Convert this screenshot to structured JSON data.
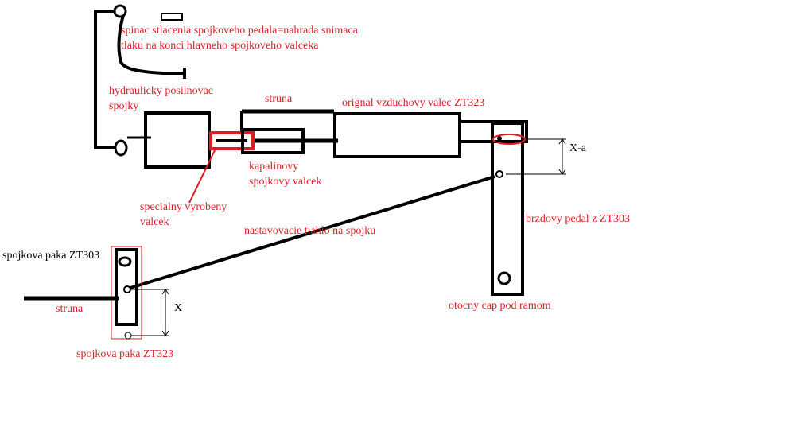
{
  "colors": {
    "background": "#ffffff",
    "ink": "#000000",
    "label": "#e01b24",
    "highlight": "#e01b24"
  },
  "labels": {
    "switch_line1": "spinac stlacenia spojkoveho pedala=nahrada snimaca",
    "switch_line2": "tlaku na konci hlavneho spojkoveho valceka",
    "booster_line1": "hydraulicky posilnovac",
    "booster_line2": "spojky",
    "string_top": "struna",
    "air_cylinder": "orignal vzduchovy valec ZT323",
    "fluid_cyl_line1": "kapalinovy",
    "fluid_cyl_line2": "spojkovy valcek",
    "special_line1": "specialny vyrobeny",
    "special_line2": "valcek",
    "rod": "nastavovacie tiahlo na spojku",
    "brake_pedal": "brzdovy pedal z ZT303",
    "lever_zt303": "spojkova paka ZT303",
    "string_bottom": "struna",
    "lever_zt323": "spojkova paka ZT323",
    "pivot": "otocny cap pod ramom",
    "dim_x": "X",
    "dim_xa": "X-a"
  }
}
